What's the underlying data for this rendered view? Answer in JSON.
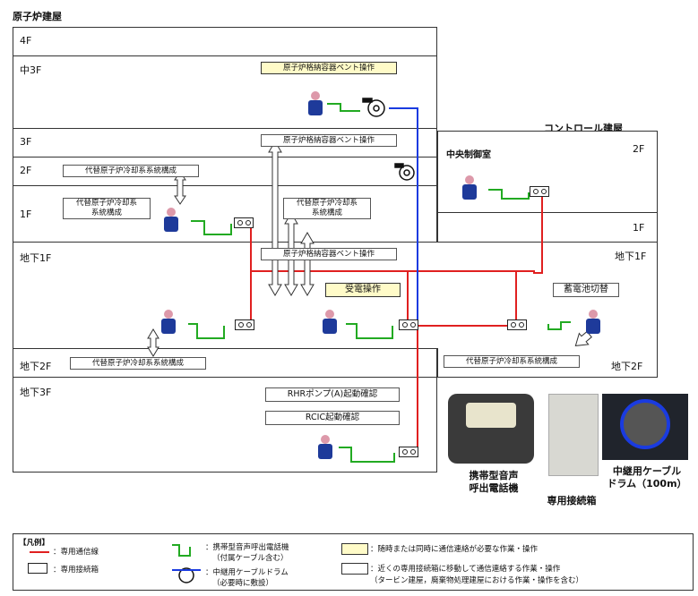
{
  "titles": {
    "reactor": "原子炉建屋",
    "control": "コントロール建屋"
  },
  "floors": {
    "f4": "4F",
    "m3": "中3F",
    "f3": "3F",
    "f2": "2F",
    "f1": "1F",
    "b1": "地下1F",
    "b2": "地下2F",
    "b3": "地下3F",
    "c2": "2F",
    "c1": "1F",
    "cb1": "地下1F",
    "cb2": "地下2F"
  },
  "labels": {
    "vent_m3": "原子炉格納容器ベント操作",
    "vent_3f": "原子炉格納容器ベント操作",
    "alt_cool_2f": "代替原子炉冷却系系統構成",
    "alt_cool_1f_a": "代替原子炉冷却系",
    "alt_cool_1f_a2": "系統構成",
    "alt_cool_1f_b": "代替原子炉冷却系",
    "alt_cool_1f_b2": "系統構成",
    "vent_b1": "原子炉格納容器ベント操作",
    "power": "受電操作",
    "battery": "蓄電池切替",
    "alt_cool_b2_left": "代替原子炉冷却系系統構成",
    "alt_cool_b2_right": "代替原子炉冷却系系統構成",
    "rhr": "RHRポンプ(A)起動確認",
    "rcic": "RCIC起動確認",
    "central_room": "中央制御室"
  },
  "photos": {
    "phone_1": "携帯型音声",
    "phone_2": "呼出電話機",
    "junction": "専用接続箱",
    "drum_1": "中継用ケーブル",
    "drum_2": "ドラム（100m）"
  },
  "legend": {
    "title": "【凡例】",
    "line": "：専用通信線",
    "box": "：専用接続箱",
    "phone_1": "：携帯型音声呼出電話機",
    "phone_2": "（付属ケーブル含む）",
    "drum_1": "：中継用ケーブルドラム",
    "drum_2": "（必要時に敷設）",
    "yellow": "：随時または同時に通信連絡が必要な作業・操作",
    "white_1": "：近くの専用接続箱に移動して通信連絡する作業・操作",
    "white_2": "（タービン建屋，廃棄物処理建屋における作業・操作を含む）"
  },
  "colors": {
    "line": "#e02020",
    "drum": "#1a3be0",
    "cable": "#22aa22",
    "highlight": "#fffbc8"
  }
}
